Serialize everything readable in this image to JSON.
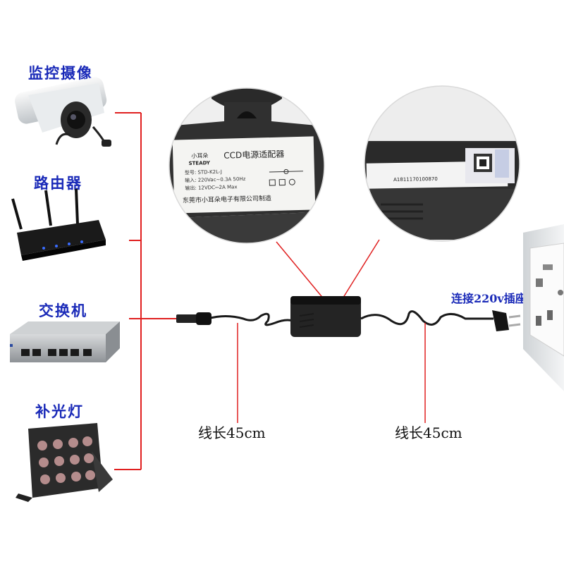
{
  "devices": {
    "camera": "监控摄像",
    "router": "路由器",
    "switch": "交换机",
    "fill_light": "补光灯"
  },
  "adapter_label": {
    "brand": "小耳朵",
    "brand_en": "STEADY",
    "product": "CCD电源适配器",
    "model": "型号: STD-K2L-J",
    "input": "输入: 220Vac~0.3A 50Hz",
    "output": "输出: 12VDC⎓2A  Max",
    "maker": "东莞市小耳朵电子有限公司制造"
  },
  "serial": "A1811170100870",
  "plug_note": "连接220v插座",
  "cable_left": "线长45cm",
  "cable_right": "线长45cm",
  "colors": {
    "accent_red": "#e02020",
    "label_blue": "#1a2ab8"
  }
}
